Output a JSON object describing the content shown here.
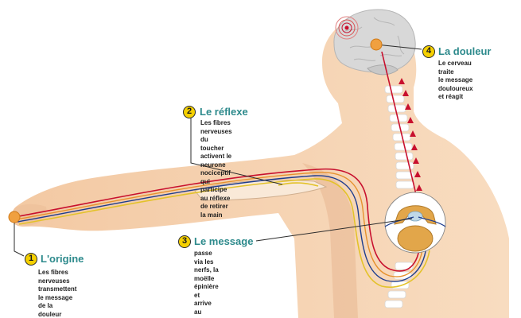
{
  "colors": {
    "skin": "#f4cfab",
    "skin_shadow": "#e6b890",
    "brain": "#d8d8d8",
    "accent_teal": "#2d8a8c",
    "badge": "#f5d000",
    "nerve_red": "#c8102e",
    "nerve_orange": "#e6912d",
    "nerve_blue": "#1d3d8f",
    "nerve_yellow": "#e3c22a"
  },
  "steps": [
    {
      "number": "1",
      "title": "L'origine",
      "text": "Les fibres nerveuses transmettent\nle message de la douleur"
    },
    {
      "number": "2",
      "title": "Le réflexe",
      "text": "Les fibres nerveuses du toucher\nactivent le neurone nociceptif\nqui participe au réflexe\nde retirer la main"
    },
    {
      "number": "3",
      "title": "Le message",
      "text": "passe via les nerfs, la moëlle\népinière et arrive au cerveau"
    },
    {
      "number": "4",
      "title": "La douleur",
      "text": "Le cerveau traite\nle message\ndouloureux et réagit"
    }
  ]
}
